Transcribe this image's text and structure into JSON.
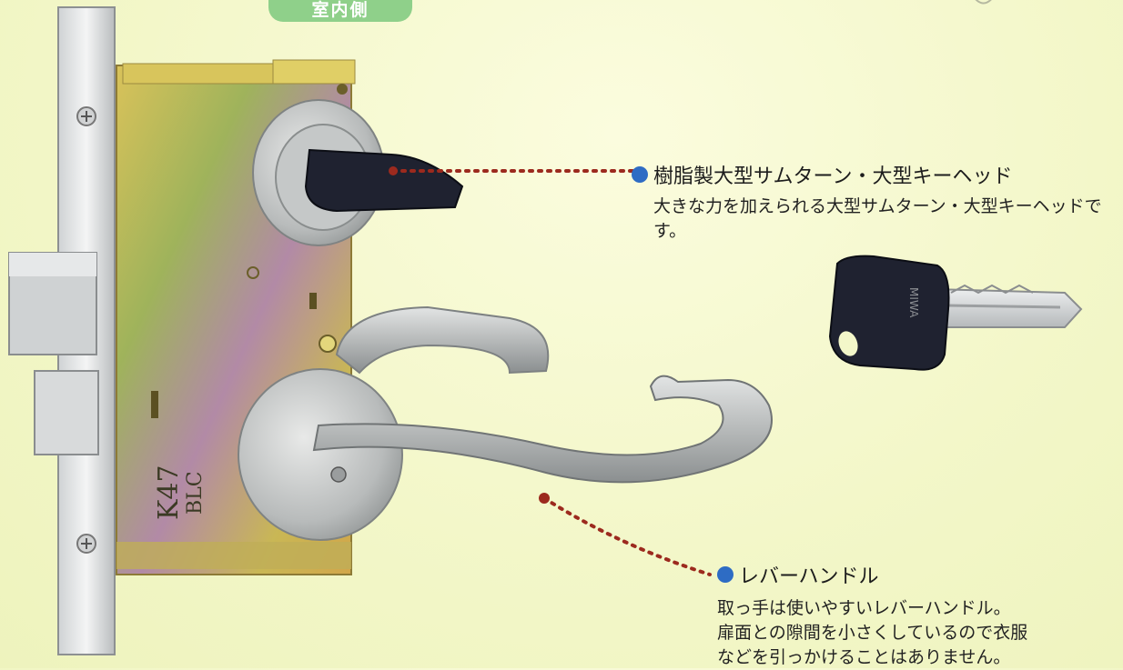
{
  "header": {
    "tab_label": "室内側"
  },
  "lock_body": {
    "engraving_line1": "K47",
    "engraving_line2": "BLC"
  },
  "callouts": [
    {
      "title": "樹脂製大型サムターン・大型キーヘッド",
      "body": "大きな力を加えられる大型サムターン・大型キーヘッドです。"
    },
    {
      "title": "レバーハンドル",
      "body_lines": [
        "取っ手は使いやすいレバーハンドル。",
        "扉面との隙間を小さくしているので衣服",
        "などを引っかけることはありません。"
      ]
    }
  ],
  "key": {
    "brand_label": "MIWA"
  },
  "colors": {
    "accent_blue": "#2e6cc4",
    "leader_red": "#9c2a1e",
    "tab_green": "#8fd08a"
  }
}
